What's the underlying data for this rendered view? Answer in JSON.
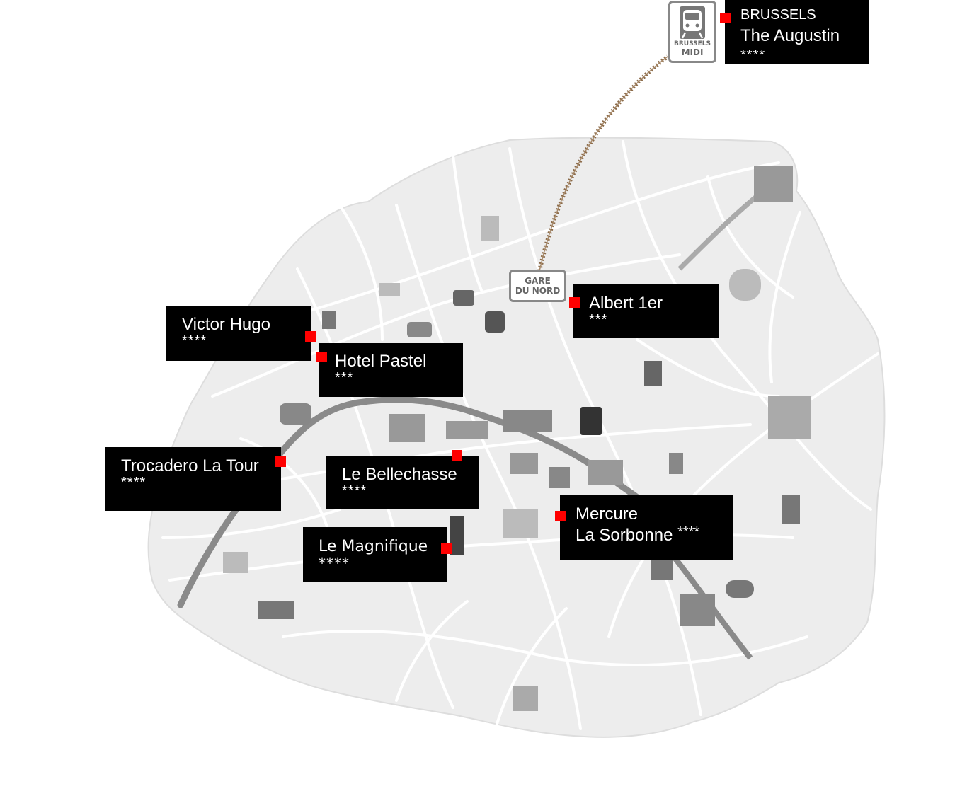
{
  "colors": {
    "map_fill": "#ededed",
    "street": "#ffffff",
    "label_bg": "#000000",
    "label_text": "#ffffff",
    "marker": "#ff0000",
    "rail": "#8b6b4a",
    "station_border": "#888888"
  },
  "stations": {
    "gare_du_nord": {
      "line1": "GARE",
      "line2": "DU NORD"
    },
    "brussels_midi": {
      "line1": "BRUSSELS",
      "line2": "MIDI",
      "icon": "train-icon"
    }
  },
  "hotels": {
    "brussels_augustin": {
      "city": "BRUSSELS",
      "name": "The Augustin",
      "stars": "****"
    },
    "victor_hugo": {
      "name": "Victor Hugo",
      "stars": "****"
    },
    "hotel_pastel": {
      "name": "Hotel Pastel",
      "stars": "***"
    },
    "albert_1er": {
      "name": "Albert 1er",
      "stars": "***"
    },
    "trocadero": {
      "name": "Trocadero La Tour",
      "stars": "****"
    },
    "bellechasse": {
      "name": "Le Bellechasse",
      "stars": "****"
    },
    "magnifique": {
      "name": "Le Magnifique",
      "stars": "****"
    },
    "mercure": {
      "name_line1": "Mercure",
      "name_line2": "La Sorbonne",
      "stars": "****"
    }
  }
}
